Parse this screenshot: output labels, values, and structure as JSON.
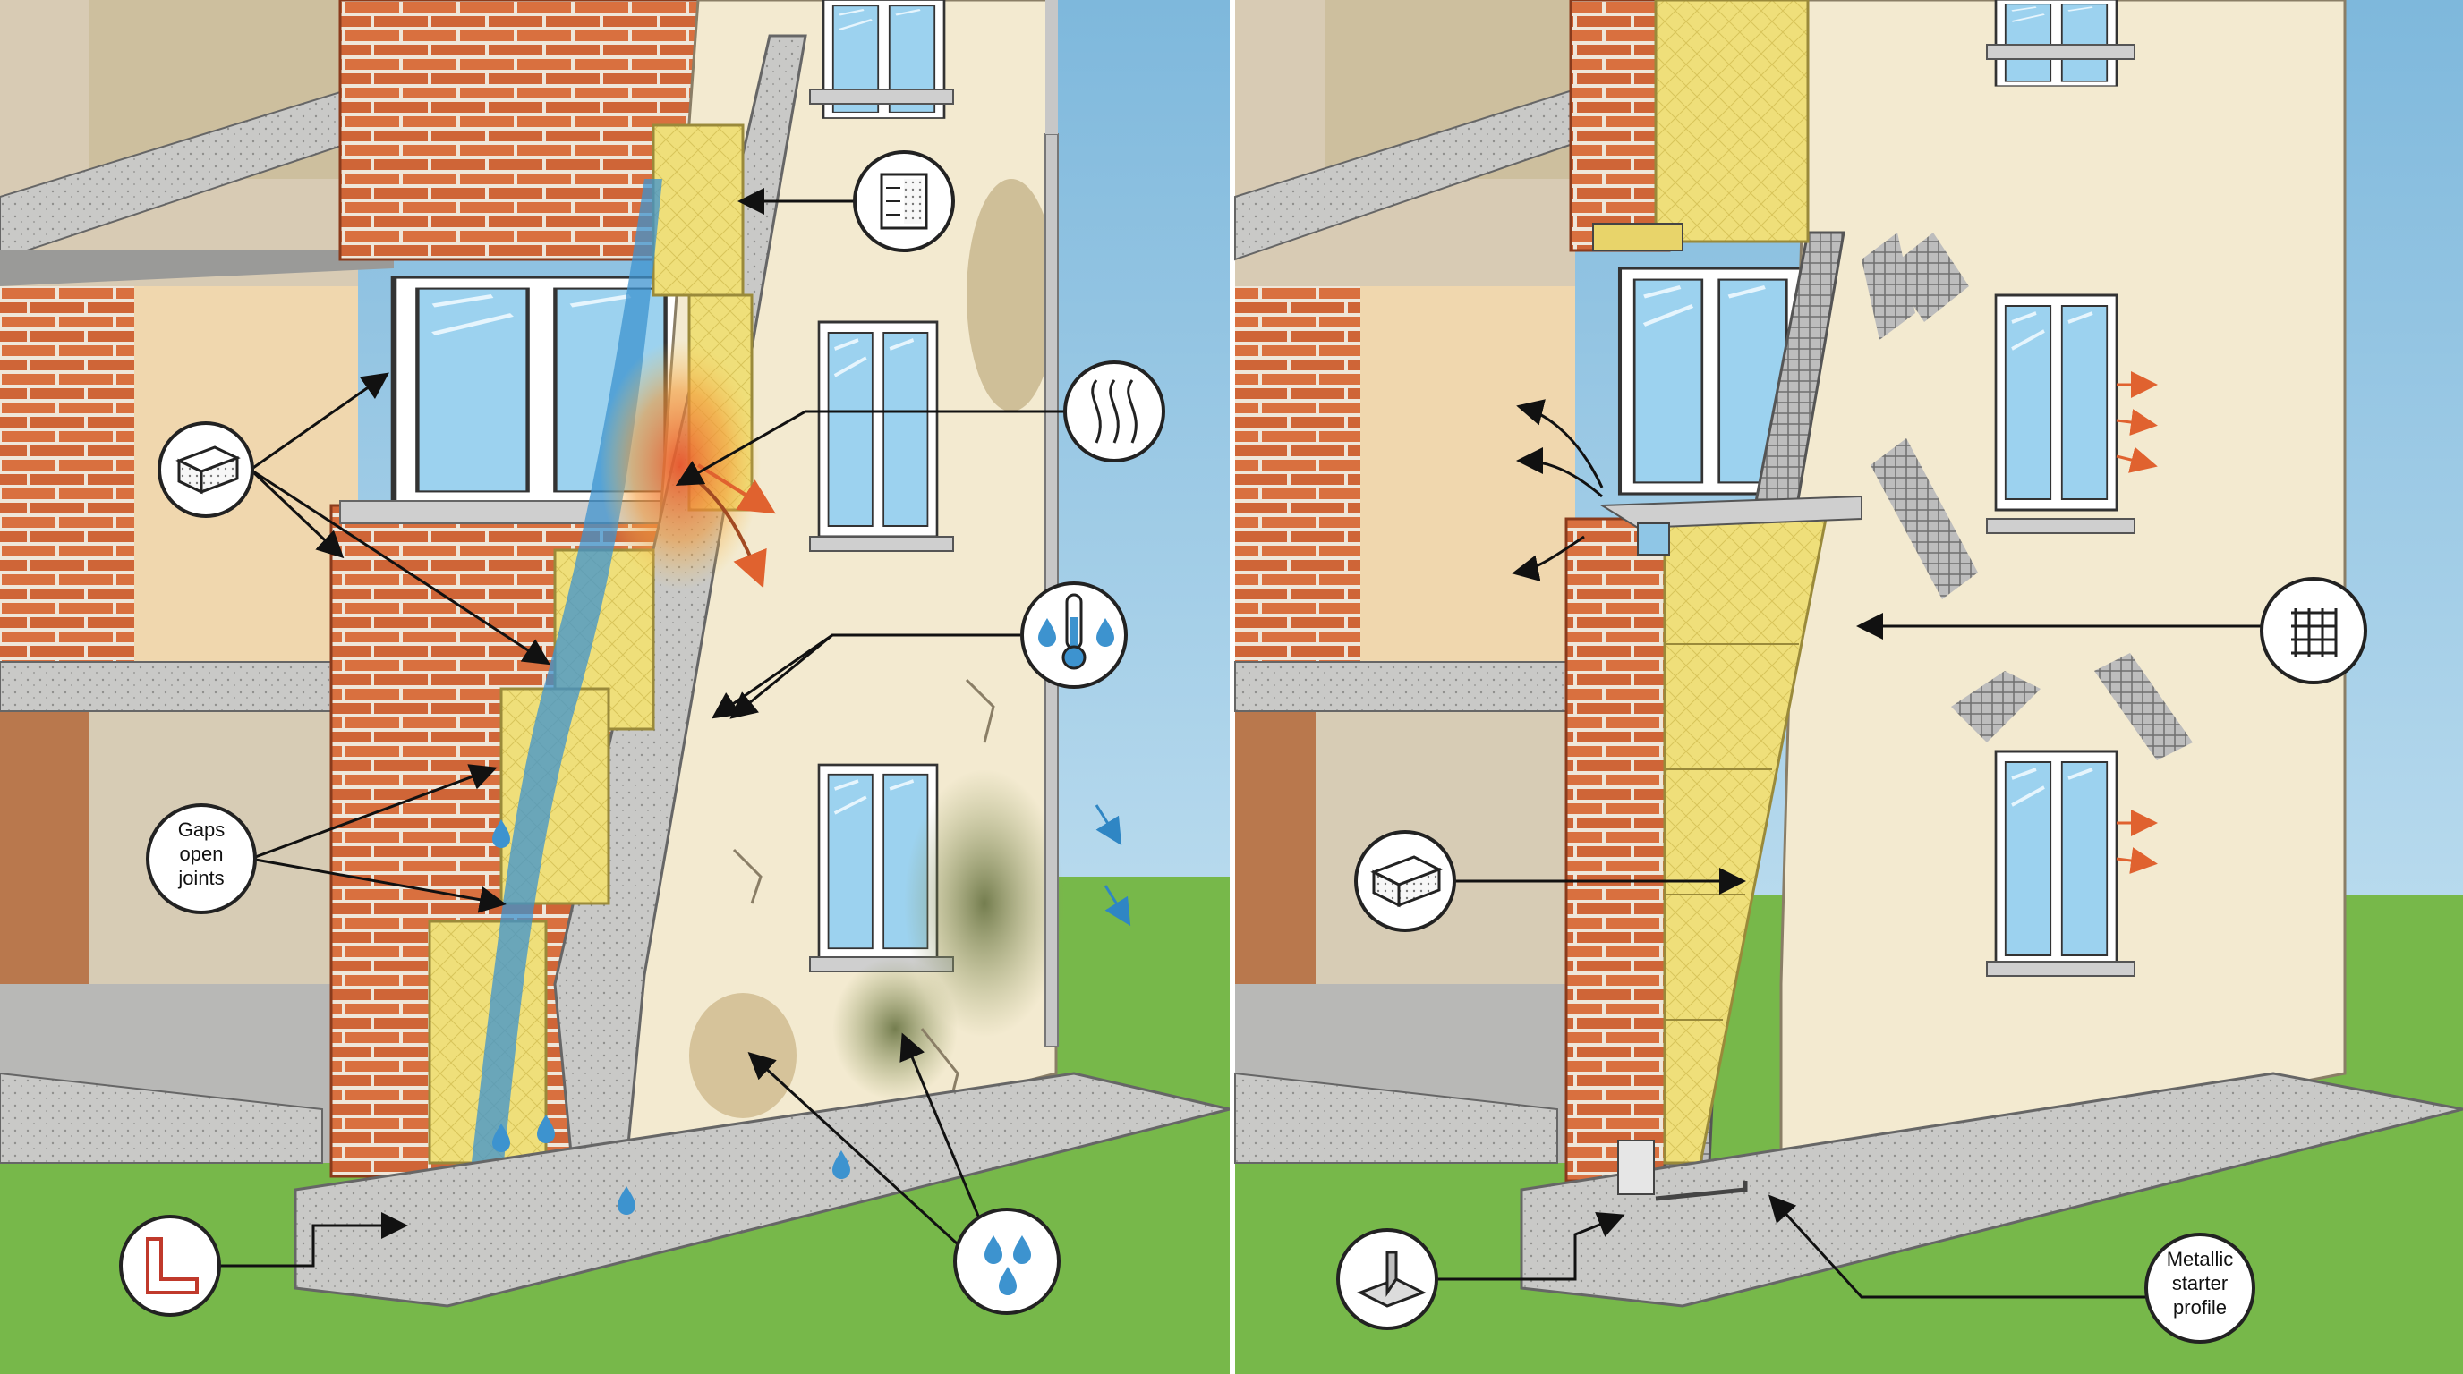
{
  "colors": {
    "sky_top": "#7eb8dc",
    "sky_bottom": "#d6ecf7",
    "grass": "#77b84a",
    "brick": "#d9703f",
    "mortar": "#efe6d9",
    "stucco": "#f3ead0",
    "concrete": "#c9c9c7",
    "insulation": "#efdf7a",
    "water": "#3d93cf",
    "heat": "#e8552a",
    "mold": "#6f7a45",
    "frame": "#ffffff",
    "glass": "#9cd2ef"
  },
  "panels": [
    {
      "id": "problem",
      "callouts": [
        {
          "id": "insulation-board",
          "icon": "insulation-board-icon"
        },
        {
          "id": "gaps",
          "icon": "",
          "text_lines": [
            "Gaps",
            "open",
            "joints"
          ]
        },
        {
          "id": "mesh-render",
          "icon": "mesh-render-icon"
        },
        {
          "id": "heat-waves",
          "icon": "heat-waves-icon"
        },
        {
          "id": "thermometer",
          "icon": "thermometer-droplets-icon"
        },
        {
          "id": "water-drops",
          "icon": "water-drops-icon"
        },
        {
          "id": "missing-profile",
          "icon": "l-profile-icon"
        }
      ]
    },
    {
      "id": "solution",
      "callouts": [
        {
          "id": "mesh",
          "icon": "mesh-icon"
        },
        {
          "id": "insulation-board",
          "icon": "insulation-board-icon"
        },
        {
          "id": "starter-bracket",
          "icon": "angle-bracket-icon"
        },
        {
          "id": "metallic-starter-profile",
          "icon": "",
          "text_lines": [
            "Metallic",
            "starter",
            "profile"
          ]
        }
      ]
    }
  ]
}
